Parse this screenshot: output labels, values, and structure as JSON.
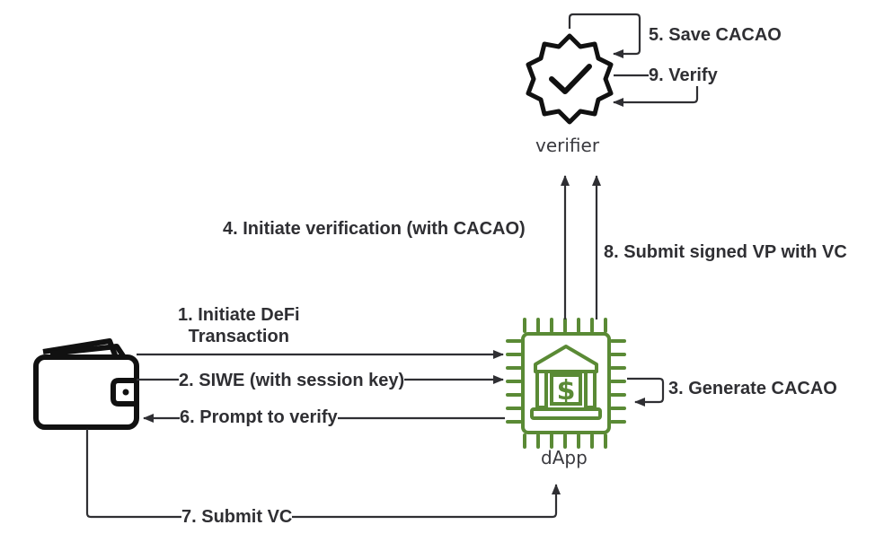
{
  "nodes": {
    "verifier": {
      "label": "verifier",
      "icon": "verified-badge-icon"
    },
    "dapp": {
      "label": "dApp",
      "icon": "bank-chip-icon",
      "color": "#5a8a35"
    },
    "wallet": {
      "icon": "wallet-icon"
    }
  },
  "edges": {
    "e1": {
      "line1": "1. Initiate DeFi",
      "line2": "Transaction"
    },
    "e2": "2. SIWE (with session key)",
    "e3": "3. Generate CACAO",
    "e4": "4. Initiate verification (with CACAO)",
    "e5": "5. Save CACAO",
    "e6": "6. Prompt to verify",
    "e7": "7. Submit VC",
    "e8": "8. Submit signed VP with VC",
    "e9": "9. Verify"
  },
  "colors": {
    "line": "#2f2f33",
    "dapp_green": "#5a8a35"
  }
}
